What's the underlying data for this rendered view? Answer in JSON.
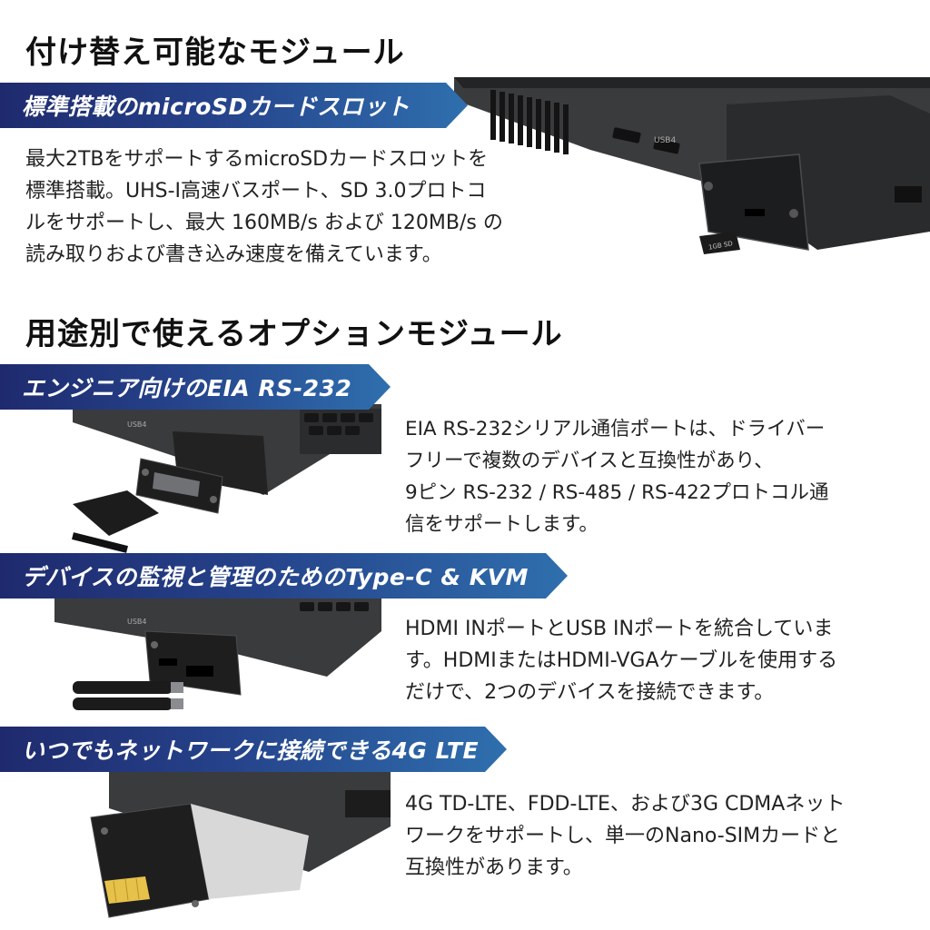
{
  "section1": {
    "heading": "付け替え可能なモジュール",
    "banner": "標準搭載のmicroSDカードスロット",
    "lines": [
      "最大2TBをサポートするmicroSDカードスロットを",
      "標準搭載。UHS-I高速バスポート、SD 3.0プロトコ",
      "ルをサポートし、最大 160MB/s および 120MB/s の",
      "読み取りおよび書き込み速度を備えています。"
    ],
    "photo_labels": {
      "port": "USB4",
      "card": "1GB SD"
    }
  },
  "section2": {
    "heading": "用途別で使えるオプションモジュール"
  },
  "modules": [
    {
      "banner": "エンジニア向けのEIA RS-232",
      "lines": [
        "EIA RS-232シリアル通信ポートは、ドライバー",
        "フリーで複数のデバイスと互換性があり、",
        "9ピン RS-232 / RS-485 / RS-422プロトコル通",
        "信をサポートします。"
      ],
      "photo_label": "USB4"
    },
    {
      "banner": "デバイスの監視と管理のためのType-C & KVM",
      "lines": [
        "HDMI INポートとUSB INポートを統合していま",
        "す。HDMIまたはHDMI-VGAケーブルを使用する",
        "だけで、2つのデバイスを接続できます。"
      ],
      "photo_label": "USB4"
    },
    {
      "banner": "いつでもネットワークに接続できる4G LTE",
      "lines": [
        "4G TD-LTE、FDD-LTE、および3G CDMAネット",
        "ワークをサポートし、単一のNano-SIMカードと",
        "互換性があります。"
      ]
    }
  ]
}
